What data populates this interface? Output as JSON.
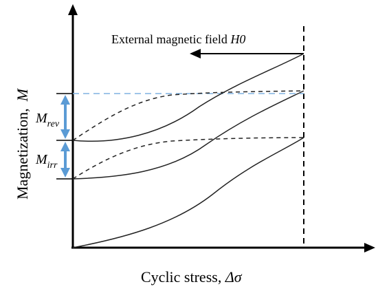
{
  "diagram": {
    "field_label_text": "External magnetic field ",
    "field_label_symbol": "H0",
    "y_axis_label_text": "Magnetization,",
    "y_axis_label_symbol": "M",
    "x_axis_label_text": "Cyclic stress, ",
    "x_axis_label_symbol": "Δσ",
    "m_rev_symbol": "M",
    "m_rev_subscript": "rev",
    "m_irr_symbol": "M",
    "m_irr_subscript": "irr",
    "colors": {
      "axis": "#000000",
      "curve": "#222222",
      "reference_dashed": "#7fb0e0",
      "marker_arrow": "#5b9bd5"
    }
  }
}
